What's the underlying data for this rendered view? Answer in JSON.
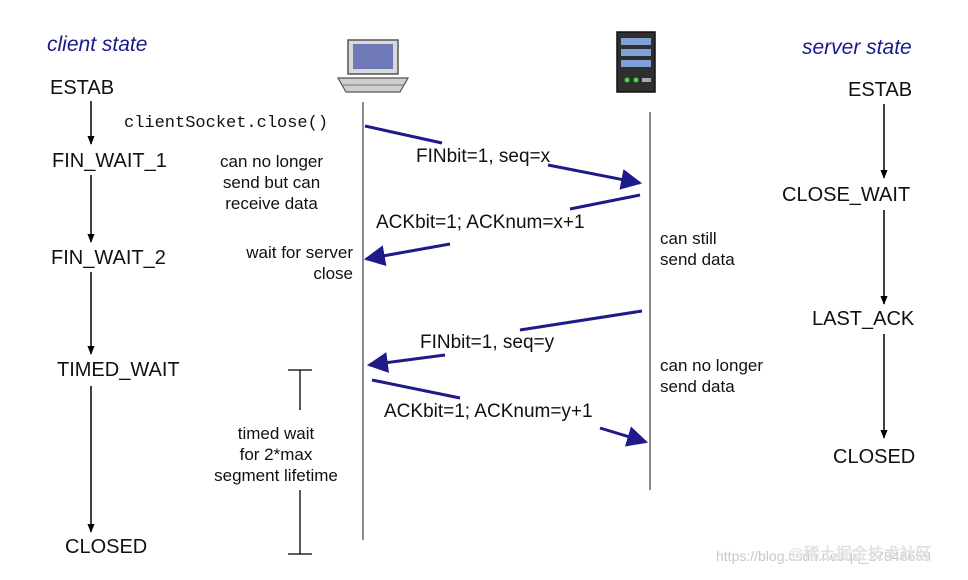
{
  "client": {
    "header": "client state",
    "states": [
      "ESTAB",
      "FIN_WAIT_1",
      "FIN_WAIT_2",
      "TIMED_WAIT",
      "CLOSED"
    ],
    "call": "clientSocket.close()",
    "notes": {
      "no_send": "can no longer\nsend but can\nreceive data",
      "wait_close": "wait for server\nclose",
      "timed_wait": "timed wait\nfor 2*max\nsegment lifetime"
    }
  },
  "server": {
    "header": "server state",
    "states": [
      "ESTAB",
      "CLOSE_WAIT",
      "LAST_ACK",
      "CLOSED"
    ],
    "notes": {
      "still_send": "can still\nsend data",
      "no_send": "can no longer\nsend data"
    }
  },
  "messages": {
    "fin_client": "FINbit=1, seq=x",
    "ack_server": "ACKbit=1; ACKnum=x+1",
    "fin_server": "FINbit=1, seq=y",
    "ack_client": "ACKbit=1; ACKnum=y+1"
  },
  "icons": {
    "client": "desktop-computer-icon",
    "server": "server-tower-icon"
  },
  "colors": {
    "arrow": "#1f1a8a",
    "header": "#1a1a8c",
    "line": "#000000"
  },
  "watermark": {
    "url": "https://blog.csdn.net/qq_27948659",
    "brand": "@稀土掘金技术社区"
  }
}
